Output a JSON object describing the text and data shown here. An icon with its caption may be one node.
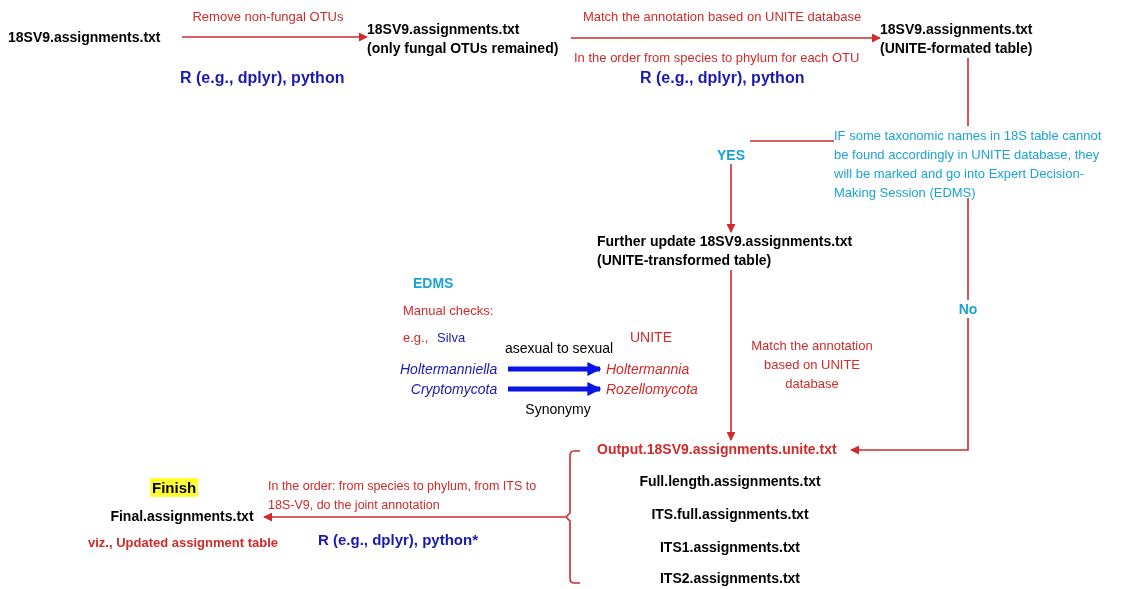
{
  "diagram": {
    "nodes": [
      {
        "text": [
          "18SV9.assignments.txt"
        ]
      },
      {
        "text": [
          "18SV9.assignments.txt",
          "(only fungal OTUs remained)"
        ]
      },
      {
        "text": [
          "18SV9.assignments.txt",
          "(UNITE-formated table)"
        ]
      },
      {
        "text": [
          "IF some taxonomic names in 18S table cannot be found accordingly in UNITE database, they will be marked and go into Expert Decision-Making Session (EDMS)"
        ]
      },
      {
        "text": [
          "YES"
        ]
      },
      {
        "text": [
          "Further update 18SV9.assignments.txt",
          "(UNITE-transformed table)"
        ]
      },
      {
        "text": [
          "No"
        ]
      },
      {
        "text": [
          "Output.18SV9.assignments.unite.txt"
        ]
      },
      {
        "text": [
          "Full.length.assignments.txt"
        ]
      },
      {
        "text": [
          "ITS.full.assignments.txt"
        ]
      },
      {
        "text": [
          "ITS1.assignments.txt"
        ]
      },
      {
        "text": [
          "ITS2.assignments.txt"
        ]
      },
      {
        "text": [],
        "shape": "bracket"
      },
      {
        "text": [
          "Final.assignments.txt"
        ],
        "beside": [
          "Finish",
          "viz., Updated assignment table"
        ]
      },
      {
        "text": [
          "Holtermanniella"
        ]
      },
      {
        "text": [
          "Holtermannia"
        ]
      },
      {
        "text": [
          "Cryptomycota"
        ]
      },
      {
        "text": [
          "Rozellomycota"
        ]
      }
    ],
    "edges": [
      {
        "from": 0,
        "to": 1,
        "arrow": "to",
        "label": "Remove non-fungal OTUs"
      },
      {
        "from": 1,
        "to": 2,
        "arrow": "to",
        "label": "Match the annotation based on UNITE database"
      },
      {
        "from": 2,
        "to": 3,
        "arrow": "none"
      },
      {
        "from": 3,
        "to": 4,
        "arrow": "none"
      },
      {
        "from": 4,
        "to": 5,
        "arrow": "to"
      },
      {
        "from": 3,
        "to": 6,
        "arrow": "none"
      },
      {
        "from": 6,
        "to": 7,
        "arrow": "to"
      },
      {
        "from": 5,
        "to": 7,
        "arrow": "to",
        "label": "Match the annotation based on UNITE database"
      },
      {
        "from": 12,
        "to": 13,
        "arrow": "to",
        "label": "In the order: from species to phylum, from ITS to 18S-V9, do the joint annotation"
      },
      {
        "from": 14,
        "to": 15,
        "arrow": "to",
        "label": "asexual to sexual",
        "style": "thick",
        "color": "#0a14e6"
      },
      {
        "from": 16,
        "to": 17,
        "arrow": "to",
        "label": "Synonymy",
        "style": "thick",
        "color": "#0a14e6"
      }
    ],
    "labels": [
      "R (e.g., dplyr), python",
      "In the order from species to phylum for each OTU",
      "R (e.g., dplyr), python",
      "EDMS",
      "Manual checks:",
      "e.g.,",
      "Silva",
      "UNITE",
      "R (e.g., dplyr), python*"
    ]
  }
}
